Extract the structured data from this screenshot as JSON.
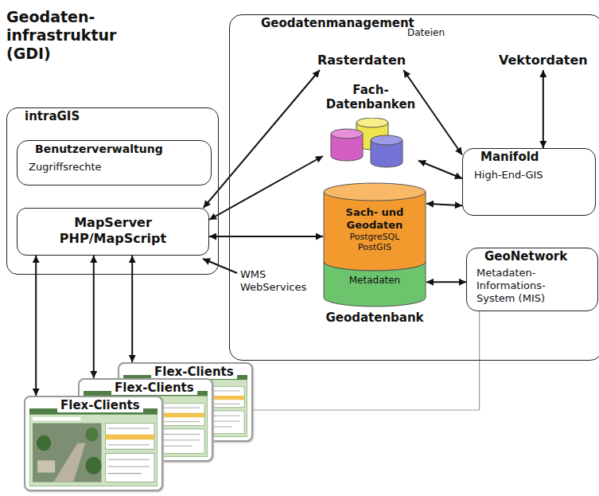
{
  "diagram": {
    "title": "Geodaten- infrastruktur (GDI)",
    "nodes": [
      {
        "text": [
          "Geodatenmanagement"
        ]
      },
      {
        "text": [
          "Rasterdaten"
        ],
        "in": 0
      },
      {
        "text": [
          "Vektordaten"
        ],
        "in": 0
      },
      {
        "text": [
          "Fach- Datenbanken"
        ],
        "in": 0
      },
      {
        "text": [
          "Manifold",
          "High-End-GIS"
        ],
        "in": 0
      },
      {
        "text": [
          "Sach- und Geodaten",
          "PostgreSQL PostGIS",
          "Metadaten",
          "Geodatenbank"
        ],
        "in": 0
      },
      {
        "text": [
          "GeoNetwork",
          "Metadaten- Informations- System (MIS)"
        ],
        "in": 0
      },
      {
        "text": [
          "intraGIS"
        ]
      },
      {
        "text": [
          "Benutzerverwaltung",
          "Zugriffsrechte"
        ],
        "in": 7
      },
      {
        "text": [
          "MapServer PHP/MapScript"
        ],
        "in": 7
      },
      {
        "text": [
          "Flex-Clients"
        ]
      },
      {
        "text": [
          "Flex-Clients"
        ]
      },
      {
        "text": [
          "Flex-Clients"
        ]
      }
    ],
    "edges": [
      {
        "from": 9,
        "to": 1,
        "arrow": "both"
      },
      {
        "from": 9,
        "to": 3,
        "arrow": "both"
      },
      {
        "from": 9,
        "to": 5,
        "arrow": "both"
      },
      {
        "from": 1,
        "to": 4,
        "arrow": "both"
      },
      {
        "from": 2,
        "to": 4,
        "arrow": "both"
      },
      {
        "from": 3,
        "to": 4,
        "arrow": "both"
      },
      {
        "from": 5,
        "to": 4,
        "arrow": "both"
      },
      {
        "from": 5,
        "to": 6,
        "arrow": "both"
      },
      {
        "from": 9,
        "to": 12,
        "arrow": "both"
      },
      {
        "from": 9,
        "to": 11,
        "arrow": "both"
      },
      {
        "from": 9,
        "to": 10,
        "arrow": "both"
      },
      {
        "from": 6,
        "to": 10,
        "arrow": "none"
      }
    ],
    "labels": [
      "Dateien",
      "WMS WebServices"
    ]
  }
}
